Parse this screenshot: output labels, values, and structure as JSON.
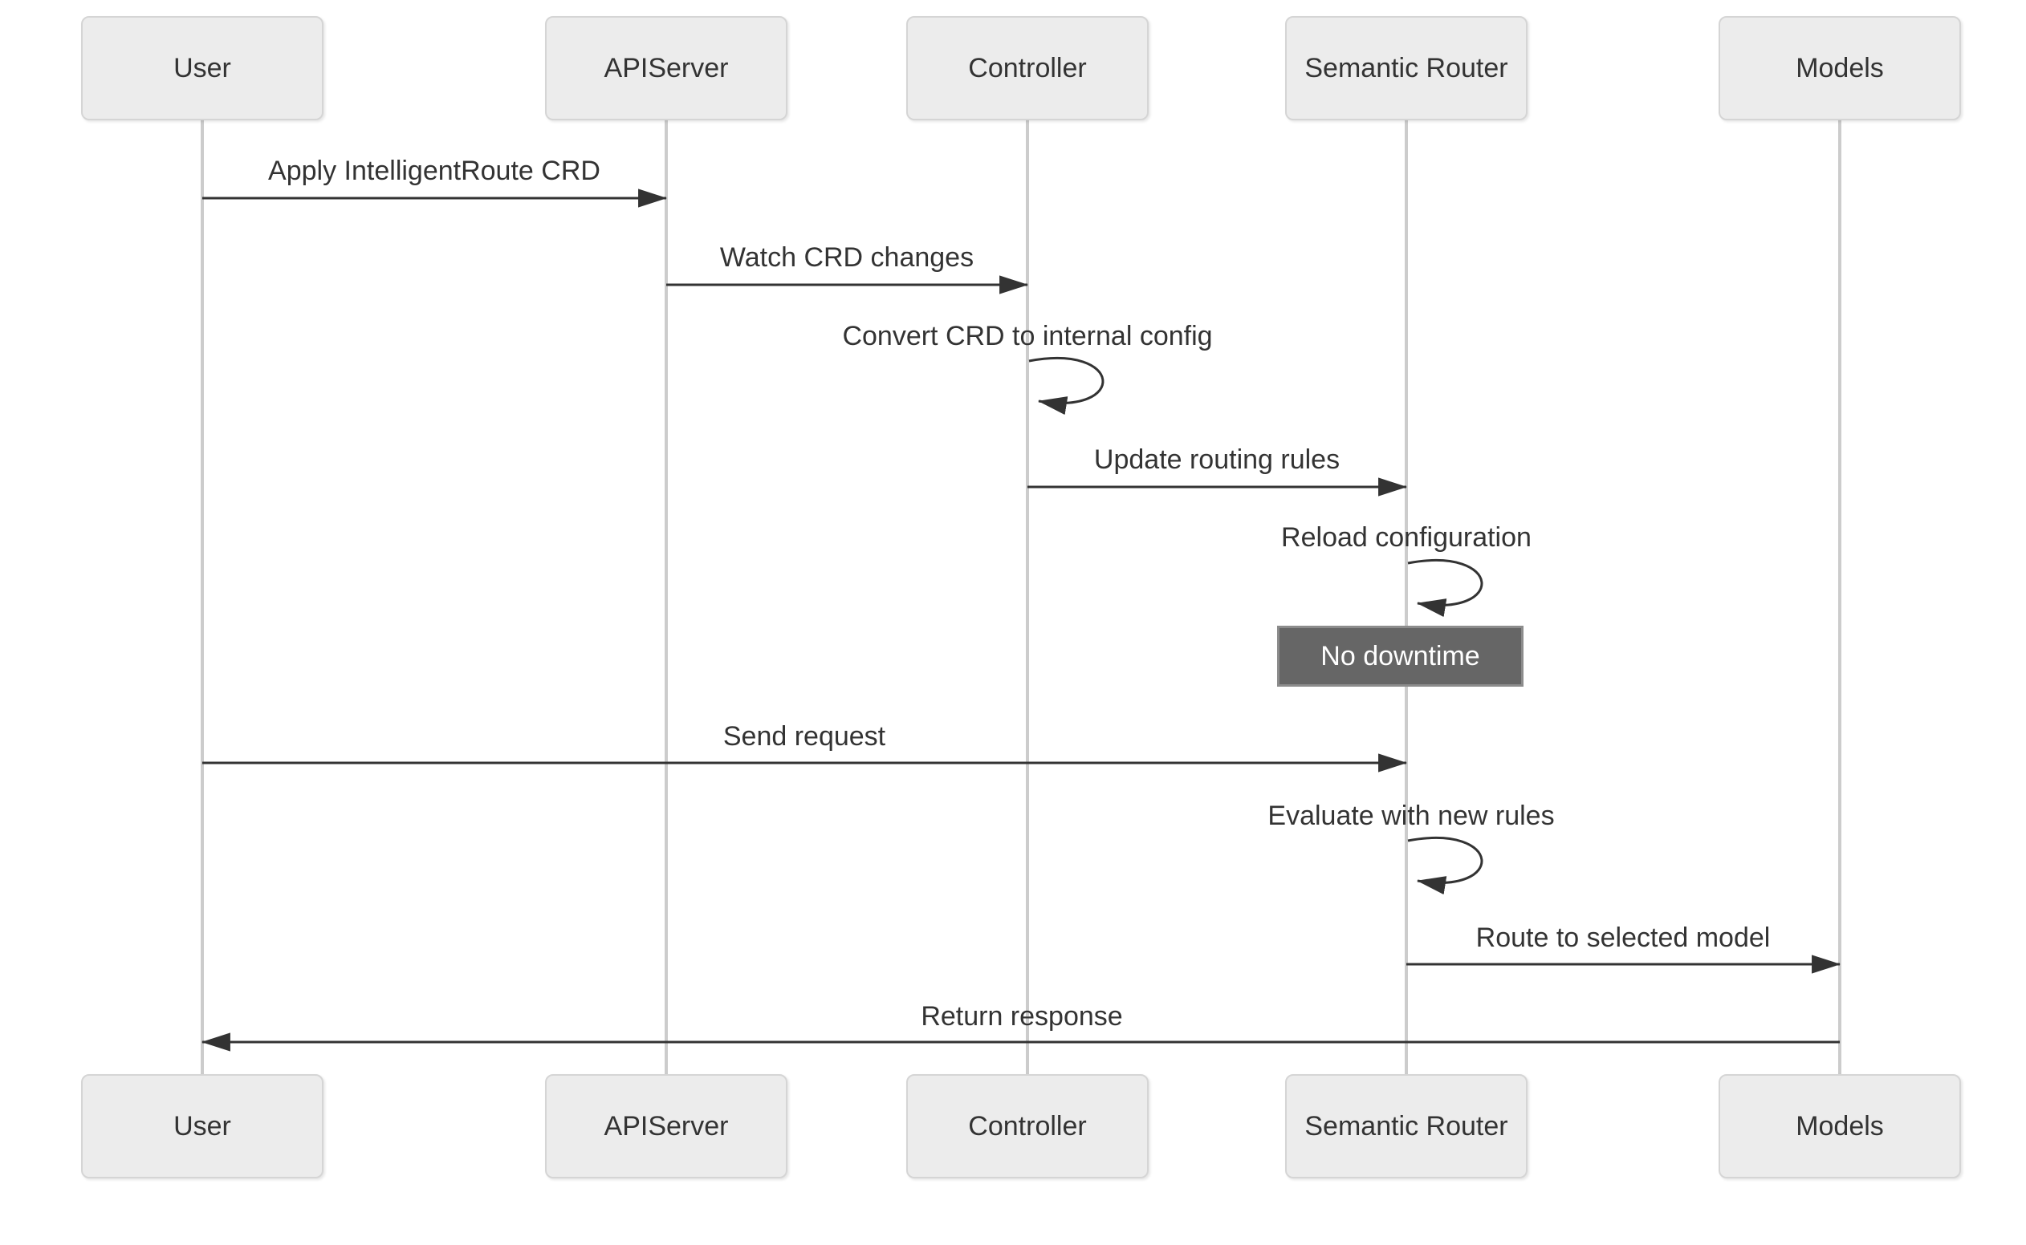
{
  "diagram": {
    "type": "sequence-diagram",
    "participants": [
      {
        "id": "user",
        "label": "User"
      },
      {
        "id": "apiserver",
        "label": "APIServer"
      },
      {
        "id": "controller",
        "label": "Controller"
      },
      {
        "id": "semantic-router",
        "label": "Semantic Router"
      },
      {
        "id": "models",
        "label": "Models"
      }
    ],
    "messages": [
      {
        "from": "User",
        "to": "APIServer",
        "kind": "solid-arrow",
        "label": "Apply IntelligentRoute CRD"
      },
      {
        "from": "APIServer",
        "to": "Controller",
        "kind": "solid-arrow",
        "label": "Watch CRD changes"
      },
      {
        "from": "Controller",
        "to": "Controller",
        "kind": "self-loop",
        "label": "Convert CRD to internal config"
      },
      {
        "from": "Controller",
        "to": "Semantic Router",
        "kind": "solid-arrow",
        "label": "Update routing rules"
      },
      {
        "from": "Semantic Router",
        "to": "Semantic Router",
        "kind": "self-loop",
        "label": "Reload configuration"
      },
      {
        "from": "User",
        "to": "Semantic Router",
        "kind": "solid-arrow",
        "label": "Send request"
      },
      {
        "from": "Semantic Router",
        "to": "Semantic Router",
        "kind": "self-loop",
        "label": "Evaluate with new rules"
      },
      {
        "from": "Semantic Router",
        "to": "Models",
        "kind": "solid-arrow",
        "label": "Route to selected model"
      },
      {
        "from": "Models",
        "to": "User",
        "kind": "solid-arrow",
        "label": "Return response"
      }
    ],
    "note": {
      "over": "Semantic Router",
      "label": "No downtime"
    },
    "colors": {
      "background": "#ffffff",
      "actor_fill": "#ececec",
      "actor_border": "#d5d5d5",
      "lifeline": "#cccccc",
      "arrow": "#333333",
      "text": "#333333",
      "note_fill": "#666666",
      "note_border": "#8c8c8c",
      "note_text": "#ffffff"
    }
  }
}
